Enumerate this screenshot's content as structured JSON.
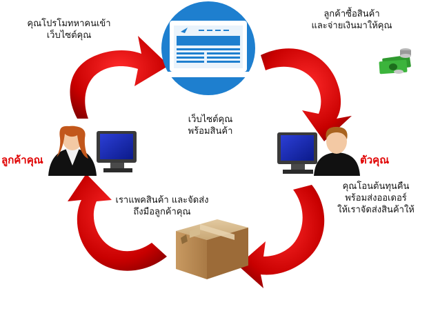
{
  "diagram": {
    "promote_text_line1": "คุณโปรโมทหาคนเข้า",
    "promote_text_line2": "เว็บไซต์คุณ",
    "buy_text_line1": "ลูกค้าซื้อสินค้า",
    "buy_text_line2": "และจ่ายเงินมาให้คุณ",
    "center_text_line1": "เว็บไซต์คุณ",
    "center_text_line2": "พร้อมสินค้า",
    "customer_label": "ลูกค้าคุณ",
    "you_label": "ตัวคุณ",
    "transfer_text_line1": "คุณโอนต้นทุนคืน",
    "transfer_text_line2": "พร้อมส่งออเดอร์",
    "transfer_text_line3": "ให้เราจัดส่งสินค้าให้",
    "ship_text_line1": "เราแพคสินค้า และจัดส่ง",
    "ship_text_line2": "ถึงมือลูกค้าคุณ"
  },
  "colors": {
    "arrow_red": "#d40000",
    "circle_blue": "#1e7fcf",
    "label_red": "#e00000"
  }
}
